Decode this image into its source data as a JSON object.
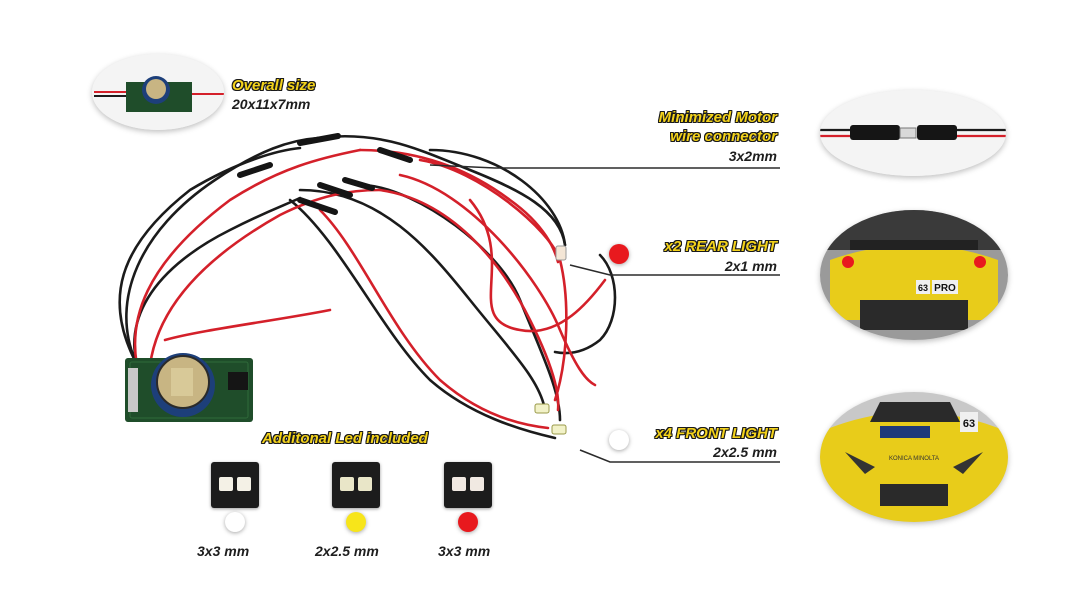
{
  "annotations": {
    "overall": {
      "title": "Overall size",
      "value": "20x11x7mm"
    },
    "motor": {
      "title_line1": "Minimized Motor",
      "title_line2": "wire connector",
      "value": "3x2mm"
    },
    "rear": {
      "title": "x2 REAR LIGHT",
      "value": "2x1 mm",
      "dot_color": "#e8191e"
    },
    "front": {
      "title": "x4 FRONT LIGHT",
      "value": "2x2.5 mm",
      "dot_color": "#ffffff"
    },
    "additional": {
      "title": "Additonal Led included"
    }
  },
  "leds": [
    {
      "size": "3x3 mm",
      "dot_color": "#ffffff",
      "pad_color": "#f4f1e6"
    },
    {
      "size": "2x2.5 mm",
      "dot_color": "#f7e51a",
      "pad_color": "#e9e6c8"
    },
    {
      "size": "3x3 mm",
      "dot_color": "#e8191e",
      "pad_color": "#f1e9e2"
    }
  ],
  "photos": {
    "car_plate": "PRO",
    "car_number": "63",
    "car_sponsor": "KONICA MINOLTA"
  },
  "colors": {
    "highlight": "#f3d21b",
    "wire_red": "#d4202a",
    "wire_black": "#1b1b1b",
    "pcb": "#1f4d2a",
    "car_yellow": "#e8cc1a"
  }
}
